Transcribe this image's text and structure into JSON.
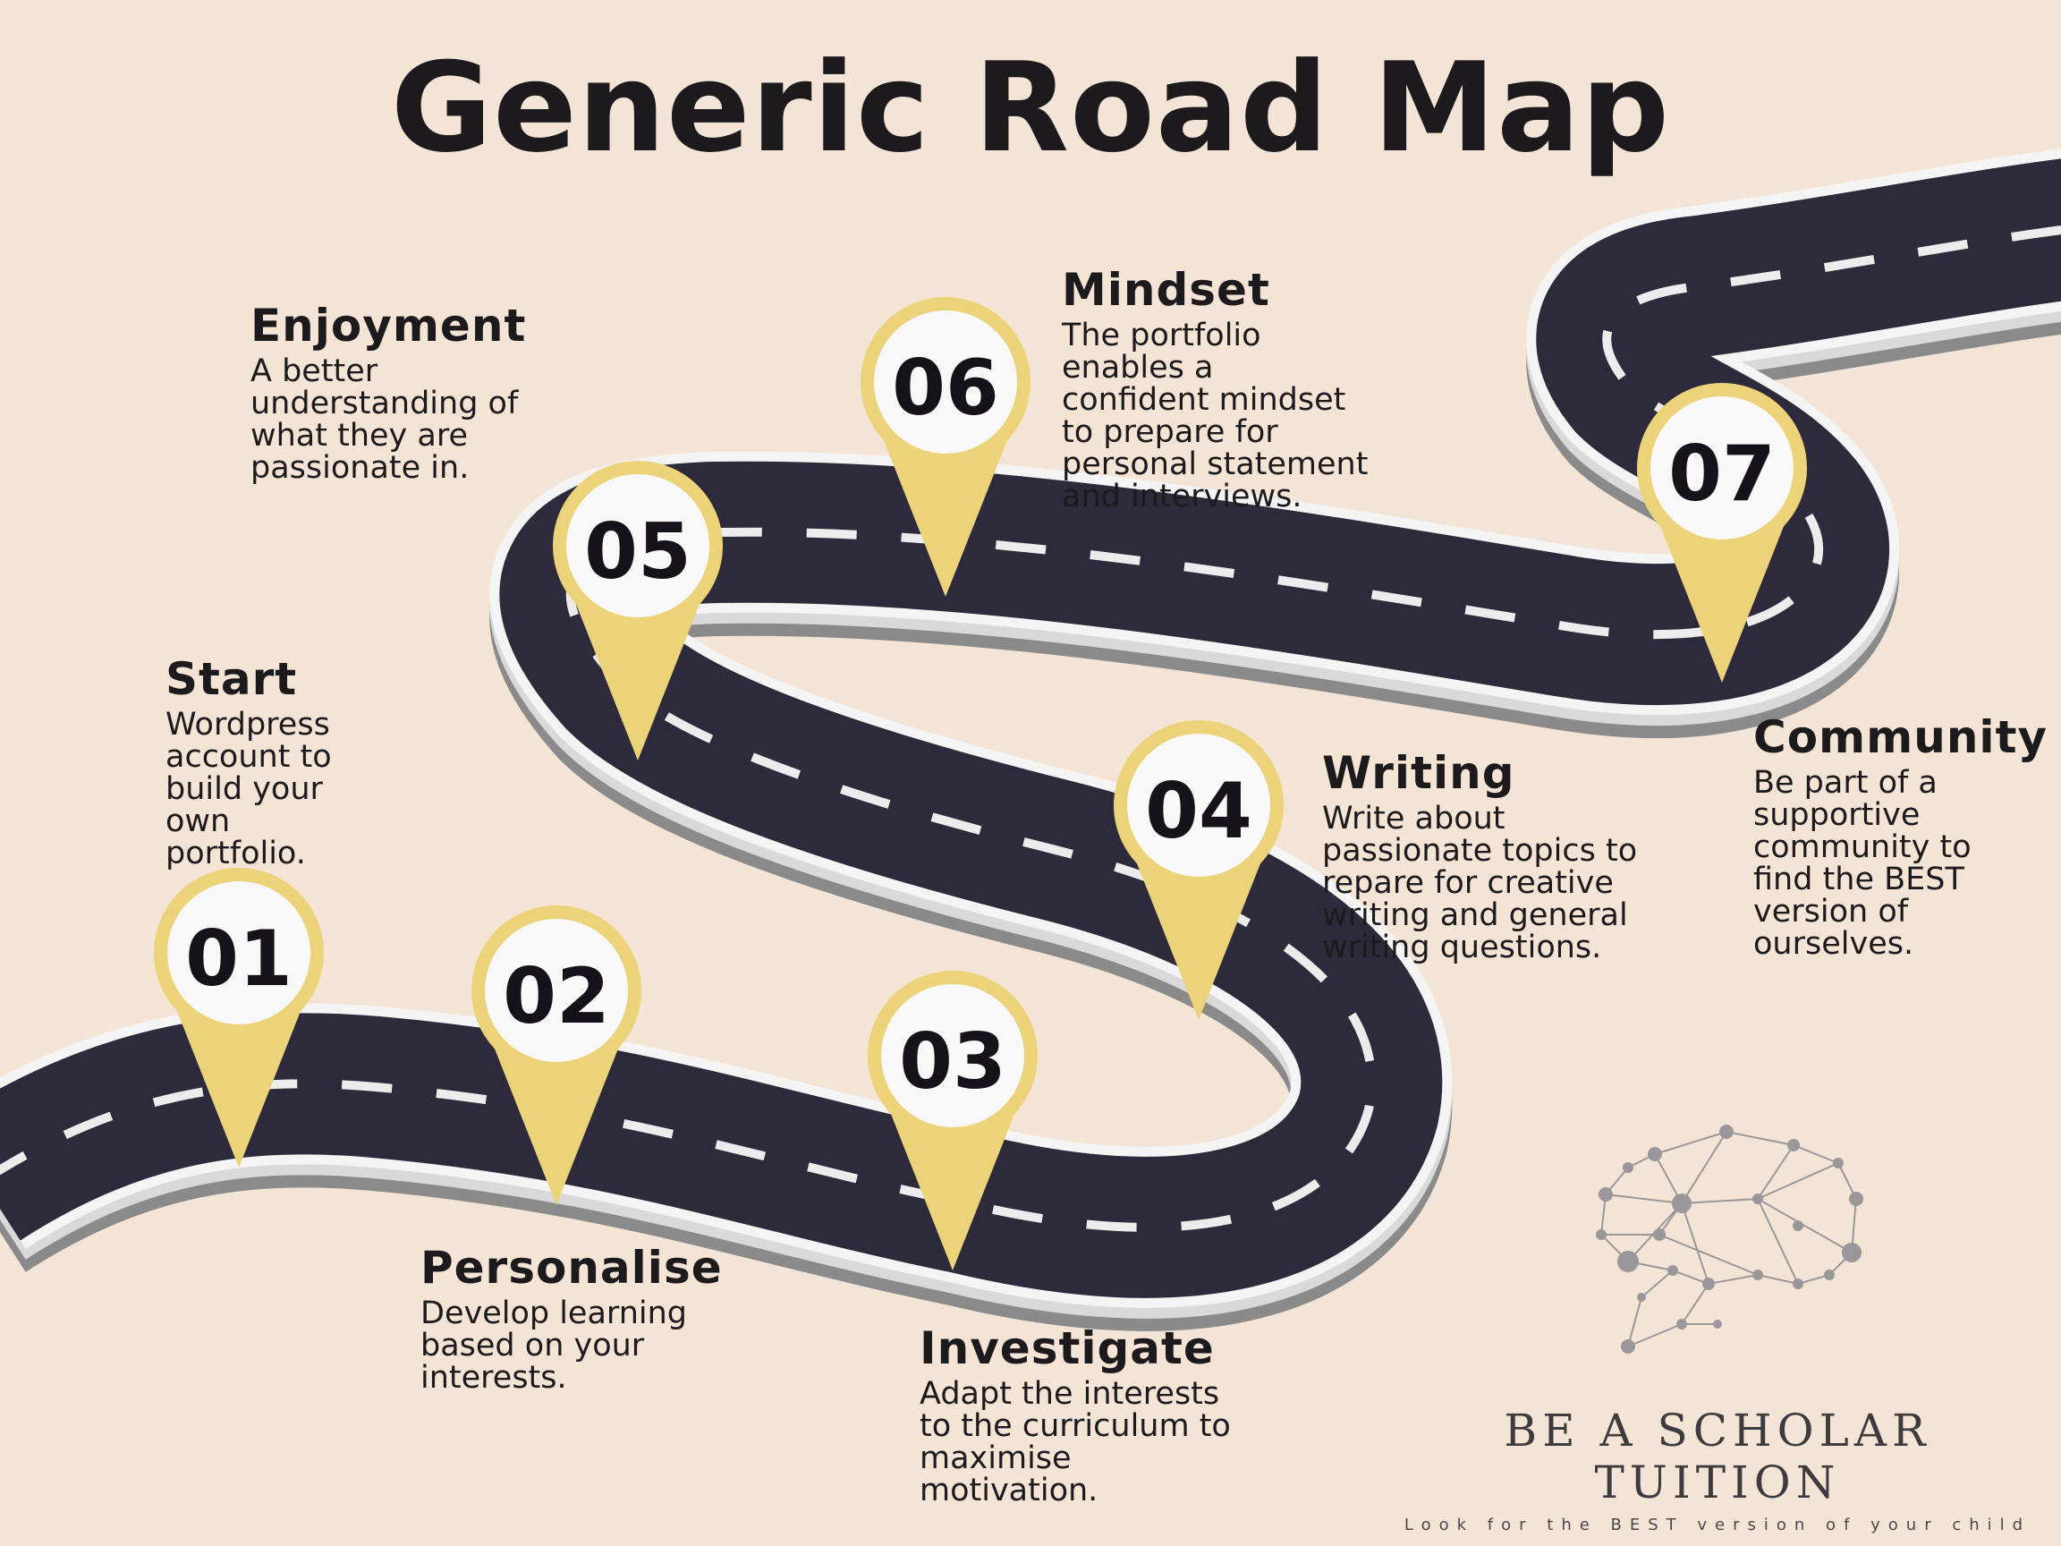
{
  "title": "Generic Road Map",
  "colors": {
    "background": "#f3e4d6",
    "road": "#2d2b3b",
    "road_edge": "#d9d9d9",
    "road_shadow": "#8a8a8a",
    "pin": "#ecd37a",
    "pin_face": "#f8f8f8",
    "dash": "#ffffff"
  },
  "steps": [
    {
      "number": "01",
      "label": "Start",
      "text": "Wordpress\naccount to\nbuild your\nown\nportfolio."
    },
    {
      "number": "02",
      "label": "Personalise",
      "text": "Develop learning\nbased on your\ninterests."
    },
    {
      "number": "03",
      "label": "Investigate",
      "text": "Adapt the interests\nto the curriculum to\nmaximise\nmotivation."
    },
    {
      "number": "04",
      "label": "Writing",
      "text": "Write about\npassionate topics to\nrepare for creative\nwriting and general\nwriting questions."
    },
    {
      "number": "05",
      "label": "Enjoyment",
      "text": "A better\nunderstanding of\nwhat they are\npassionate in."
    },
    {
      "number": "06",
      "label": "Mindset",
      "text": "The portfolio\nenables a\nconfident mindset\nto prepare for\npersonal statement\nand interviews."
    },
    {
      "number": "07",
      "label": "Community",
      "text": "Be part of a\nsupportive\ncommunity to\nfind the BEST\nversion of\nourselves."
    }
  ],
  "brand": {
    "name": "BE A SCHOLAR TUITION",
    "tagline": "Look for the BEST version of your child",
    "icon": "brain-network-icon"
  }
}
